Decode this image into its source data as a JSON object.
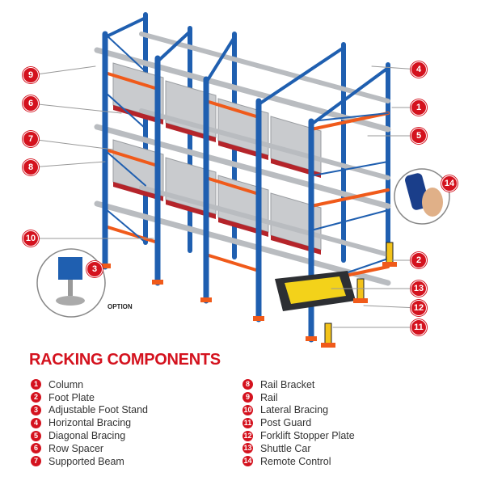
{
  "title": "RACKING COMPONENTS",
  "option_label": "OPTION",
  "colors": {
    "accent": "#d4121e",
    "upright": "#1f5fb0",
    "bracing": "#f05a1a",
    "rail": "#b9bcc0",
    "box": "#c9cbce"
  },
  "components": [
    {
      "num": "1",
      "label": "Column"
    },
    {
      "num": "2",
      "label": "Foot Plate"
    },
    {
      "num": "3",
      "label": "Adjustable Foot Stand"
    },
    {
      "num": "4",
      "label": "Horizontal Bracing"
    },
    {
      "num": "5",
      "label": "Diagonal Bracing"
    },
    {
      "num": "6",
      "label": "Row Spacer"
    },
    {
      "num": "7",
      "label": "Supported Beam"
    },
    {
      "num": "8",
      "label": "Rail Bracket"
    },
    {
      "num": "9",
      "label": "Rail"
    },
    {
      "num": "10",
      "label": "Lateral Bracing"
    },
    {
      "num": "11",
      "label": "Post Guard"
    },
    {
      "num": "12",
      "label": "Forklift Stopper Plate"
    },
    {
      "num": "13",
      "label": "Shuttle Car"
    },
    {
      "num": "14",
      "label": "Remote Control"
    }
  ]
}
